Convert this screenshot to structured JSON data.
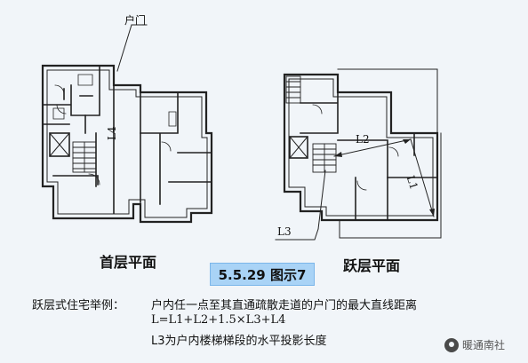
{
  "diagram": {
    "labels": {
      "door": "户门",
      "l4": "L4",
      "l2": "L2",
      "l1": "L1",
      "l3": "L3"
    },
    "captions": {
      "ground_plan": "首层平面",
      "upper_plan": "跃层平面"
    },
    "figure_badge": "5.5.29 图示7",
    "note": {
      "lead": "跃层式住宅举例：",
      "line1": "户内任一点至其直通疏散走道的户门的最大直线距离",
      "line2": "L=L1+L2+1.5×L3+L4",
      "line3": "L3为户内楼梯梯段的水平投影长度"
    },
    "watermark": "暖通南社",
    "colors": {
      "background": "#f1f5f9",
      "walls": "#222222",
      "badge": "#a9d3f6"
    }
  }
}
